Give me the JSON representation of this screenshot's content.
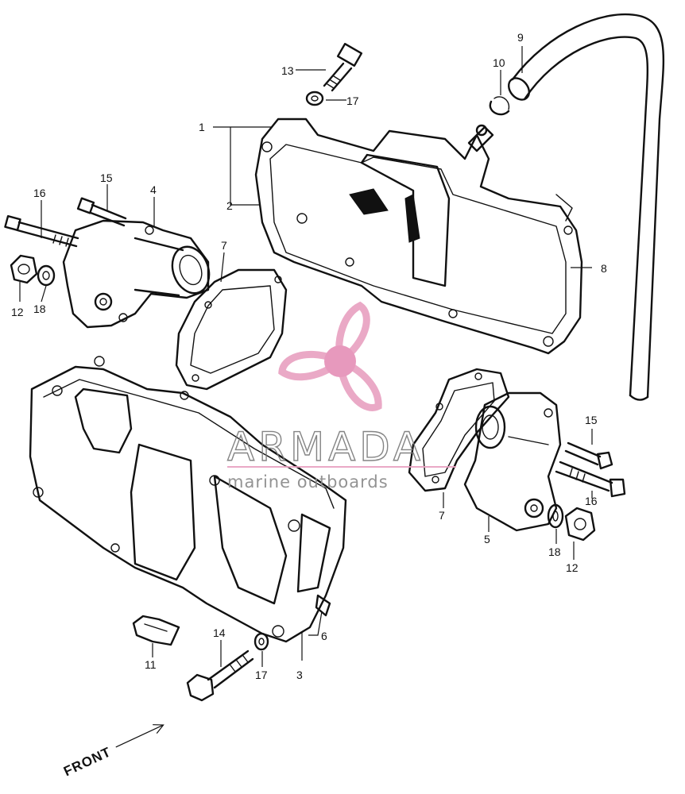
{
  "diagram": {
    "callouts": [
      {
        "id": "c1",
        "label": "1"
      },
      {
        "id": "c2",
        "label": "2"
      },
      {
        "id": "c3",
        "label": "3"
      },
      {
        "id": "c4",
        "label": "4"
      },
      {
        "id": "c5",
        "label": "5"
      },
      {
        "id": "c6",
        "label": "6"
      },
      {
        "id": "c7a",
        "label": "7"
      },
      {
        "id": "c7b",
        "label": "7"
      },
      {
        "id": "c8",
        "label": "8"
      },
      {
        "id": "c9",
        "label": "9"
      },
      {
        "id": "c10",
        "label": "10"
      },
      {
        "id": "c11",
        "label": "11"
      },
      {
        "id": "c12a",
        "label": "12"
      },
      {
        "id": "c12b",
        "label": "12"
      },
      {
        "id": "c13",
        "label": "13"
      },
      {
        "id": "c14",
        "label": "14"
      },
      {
        "id": "c15a",
        "label": "15"
      },
      {
        "id": "c15b",
        "label": "15"
      },
      {
        "id": "c16a",
        "label": "16"
      },
      {
        "id": "c16b",
        "label": "16"
      },
      {
        "id": "c17a",
        "label": "17"
      },
      {
        "id": "c17b",
        "label": "17"
      },
      {
        "id": "c18a",
        "label": "18"
      },
      {
        "id": "c18b",
        "label": "18"
      }
    ],
    "front_label": "FRONT"
  },
  "watermark": {
    "title": "ARMADA",
    "subtitle": "marine outboards",
    "logo_color": "#e8a0c0",
    "logo_hub_color": "#e58fb6",
    "logo_icon": "propeller-icon"
  }
}
